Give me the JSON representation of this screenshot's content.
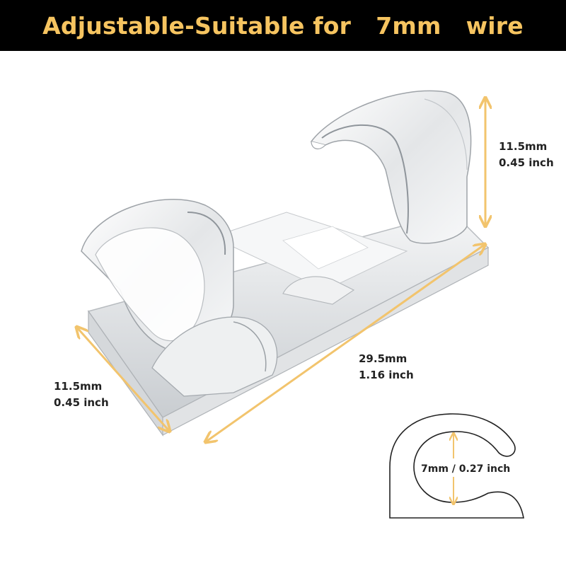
{
  "banner": {
    "title": "Adjustable-Suitable for   7mm   wire",
    "background_color": "#000000",
    "text_color": "#F6C460"
  },
  "dimensions": {
    "height": {
      "mm": "11.5mm",
      "inch": "0.45 inch"
    },
    "width": {
      "mm": "11.5mm",
      "inch": "0.45 inch"
    },
    "length": {
      "mm": "29.5mm",
      "inch": "1.16 inch"
    }
  },
  "profile": {
    "opening_label": "7mm / 0.27 inch"
  },
  "colors": {
    "arrow": "#F2C46D",
    "outline": "#222222"
  },
  "icons": {
    "product": "transparent-cable-clip",
    "profile": "clip-cross-section"
  }
}
